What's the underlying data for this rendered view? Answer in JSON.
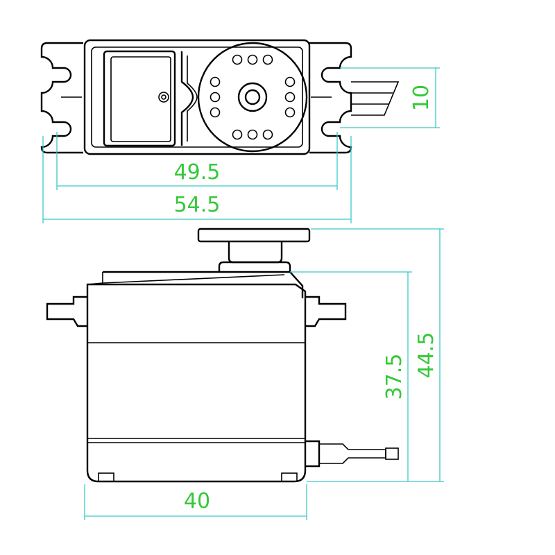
{
  "colors": {
    "outline": "#000000",
    "dimension_line": "#3cc8c8",
    "dimension_text": "#35c83a"
  },
  "dimensions": {
    "mount_hole_spacing": "49.5",
    "overall_width": "54.5",
    "tab_width": "10",
    "case_height": "37.5",
    "overall_height": "44.5",
    "case_depth": "40"
  }
}
